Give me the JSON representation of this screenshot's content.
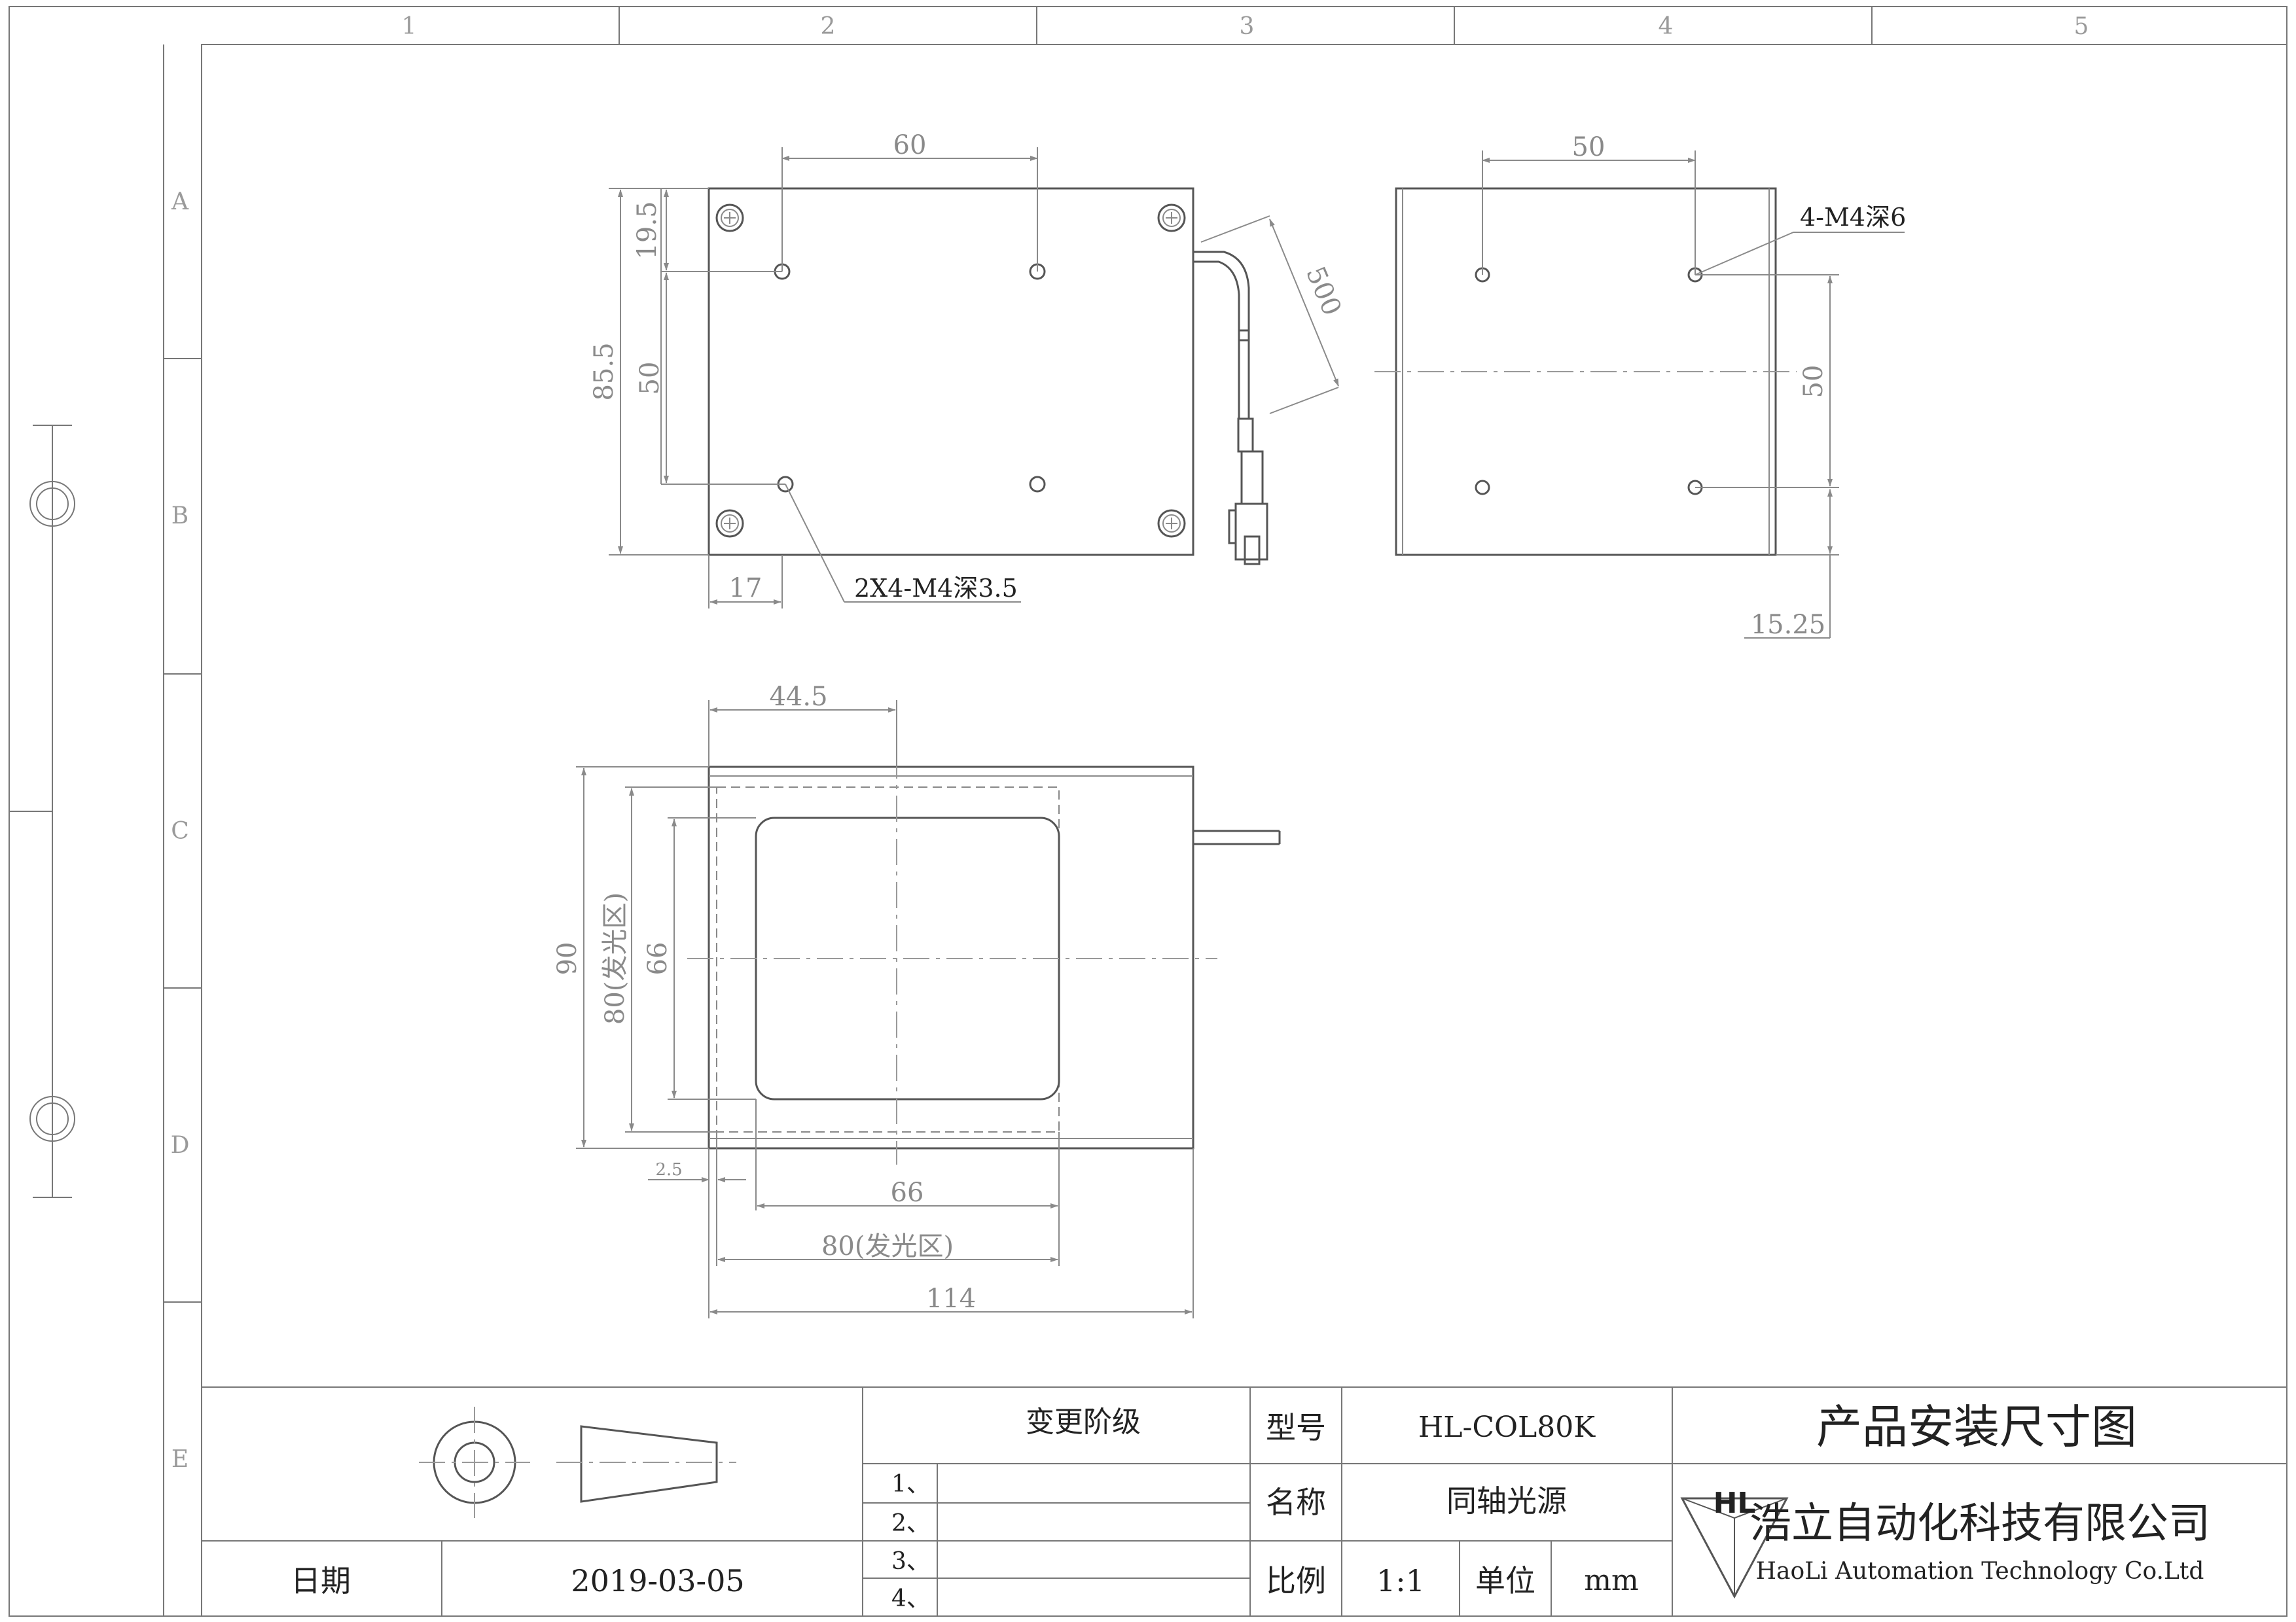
{
  "grid": {
    "columns": [
      "1",
      "2",
      "3",
      "4",
      "5"
    ],
    "rows": [
      "A",
      "B",
      "C",
      "D",
      "E"
    ]
  },
  "dimensions": {
    "top_width": "60",
    "top_height_total": "85.5",
    "top_offset": "19.5",
    "top_hole_pitch": "50",
    "top_left_offset": "17",
    "cable_length": "500",
    "side_width": "50",
    "side_height": "50",
    "side_offset": "15.25",
    "front_offset": "44.5",
    "front_height": "90",
    "front_emit_h": "80(发光区)",
    "front_window_h": "66",
    "front_margin": "2.5",
    "front_window_w": "66",
    "front_emit_w": "80(发光区)",
    "front_total_w": "114"
  },
  "notes": {
    "top_holes": "2X4-M4深3.5",
    "side_holes": "4-M4深6"
  },
  "title_block": {
    "change_level_header": "变更阶级",
    "change_rows": [
      "1、",
      "2、",
      "3、",
      "4、"
    ],
    "date_label": "日期",
    "date_value": "2019-03-05",
    "model_label": "型号",
    "model_value": "HL-COL80K",
    "name_label": "名称",
    "name_value": "同轴光源",
    "scale_label": "比例",
    "scale_value": "1:1",
    "unit_label": "单位",
    "unit_value": "mm",
    "drawing_title": "产品安装尺寸图",
    "logo_text": "HL",
    "company_cn": "浩立自动化科技有限公司",
    "company_en": "HaoLi Automation Technology Co.Ltd"
  }
}
